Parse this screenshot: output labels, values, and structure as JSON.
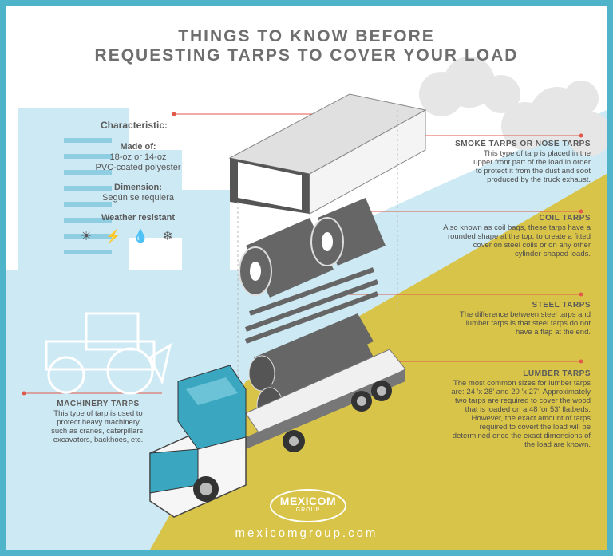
{
  "title": {
    "line1": "THINGS TO KNOW BEFORE",
    "line2": "REQUESTING TARPS TO COVER YOUR LOAD"
  },
  "specs": {
    "characteristic": "Characteristic:",
    "made_of_label": "Made of:",
    "made_of_value1": "18-oz or 14-oz",
    "made_of_value2": "PVC-coated polyester",
    "dimension_label": "Dimension:",
    "dimension_value": "Según se requiera",
    "weather_label": "Weather resistant",
    "weather_icons": [
      "sun-icon",
      "lightning-icon",
      "rain-icon",
      "snowflake-icon"
    ]
  },
  "sections": {
    "smoke": {
      "title": "SMOKE TARPS OR NOSE TARPS",
      "lines": [
        "This type of tarp is placed in the",
        "upper front part of the load in order",
        "to protect it from the dust and soot",
        "produced by the truck exhaust."
      ]
    },
    "coil": {
      "title": "COIL TARPS",
      "lines": [
        "Also known as coil bags, these tarps have a",
        "rounded shape at the top, to create a fitted",
        "cover on steel coils or on any other",
        "cylinder-shaped loads."
      ]
    },
    "steel": {
      "title": "STEEL TARPS",
      "lines": [
        "The difference between steel tarps and",
        "lumber tarps is that steel tarps do not",
        "have a flap at the end."
      ]
    },
    "lumber": {
      "title": "LUMBER TARPS",
      "lines": [
        "The most common sizes for lumber tarps",
        "are: 24 'x 28' and 20 'x 27'. Approximately",
        "two tarps are required to cover the wood",
        "that is loaded on a 48 'or 53' flatbeds.",
        "However, the exact amount of tarps",
        "required to covert the load will be",
        "determined once the exact dimensions of",
        "the load are known."
      ]
    },
    "machinery": {
      "title": "MACHINERY TARPS",
      "lines": [
        "This type of tarp is used to",
        "protect heavy machinery",
        "such as cranes, caterpillars,",
        "excavators, backhoes, etc."
      ]
    }
  },
  "logo": {
    "main": "MEXICOM",
    "sub": "GROUP"
  },
  "footer": "mexicomgroup.com",
  "colors": {
    "frame": "#4fb3c9",
    "yellow": "#d9c44a",
    "lightblue": "#cde9f4",
    "text": "#555555"
  }
}
